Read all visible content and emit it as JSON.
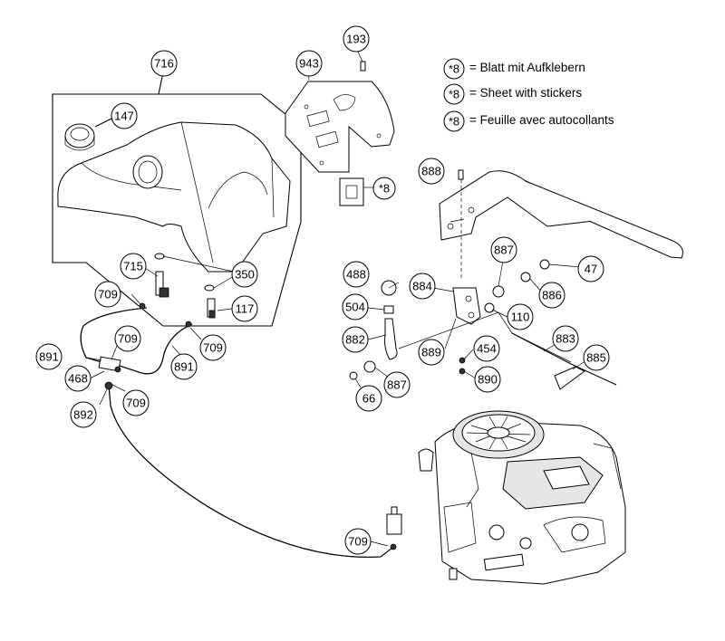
{
  "legend": [
    {
      "ref": "*8",
      "text": "= Blatt mit Aufklebern"
    },
    {
      "ref": "*8",
      "text": "= Sheet with stickers"
    },
    {
      "ref": "*8",
      "text": "= Feuille avec autocollants"
    }
  ],
  "callouts": {
    "c716": "716",
    "c943": "943",
    "c193": "193",
    "c147": "147",
    "c8sticker": "*8",
    "c888": "888",
    "c715": "715",
    "c350": "350",
    "c117": "117",
    "c709a": "709",
    "c709b": "709",
    "c709c": "709",
    "c709d": "709",
    "c709e": "709",
    "c891a": "891",
    "c891b": "891",
    "c468": "468",
    "c892": "892",
    "c488": "488",
    "c504": "504",
    "c882": "882",
    "c884": "884",
    "c889": "889",
    "c887a": "887",
    "c887b": "887",
    "c47": "47",
    "c886": "886",
    "c110": "110",
    "c454": "454",
    "c890": "890",
    "c883": "883",
    "c885": "885",
    "c66": "66"
  }
}
